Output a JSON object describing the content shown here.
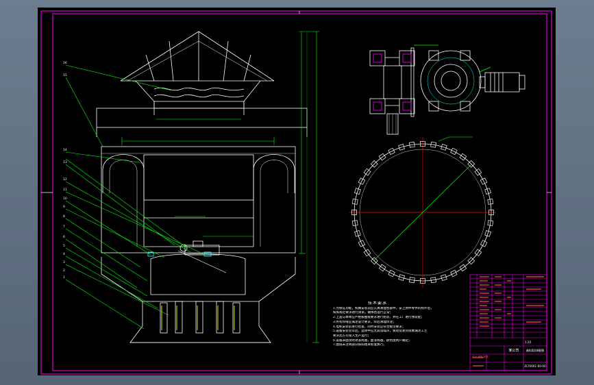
{
  "app": {
    "title": "CAD drawing viewer"
  },
  "notes": {
    "title": "技术要求",
    "lines": [
      "1.为保证功能，机械安装前应认真清理各部件，安上原件零件的损坏后，",
      "  按照规范要求进行调试，确保各运行正常；",
      "2.上盖与本体应严格按图纸要求进行组装，并在工厂进行预装配；",
      "3.所有焊缝应满足设计要求，焊后清理焊渣；",
      "4.电机安装前进行检查，同时安装应符合规范要求；",
      "5.设备安装完毕后，运转中应无异常噪声，振动及发热现象满足工艺",
      "  要求后方可投入生产运行；",
      "6.设备表面涂防锈漆两遍，面漆两遍，颜色由用户确定；",
      "7.图纸未注明部分按照相关标准执行。"
    ]
  },
  "title_block": {
    "company": "某公司",
    "drawing_title": "造粒塔总装配图",
    "drawing_no": "ZLT0001-00-00",
    "scale": "1:20",
    "sign": "设计 审核 批准"
  },
  "colors": {
    "background": "#000000",
    "frame": "#ff00ff",
    "line": "#ffffff",
    "leader": "#00ff00",
    "dimension": "#00ff00",
    "centerline": "#ff0000",
    "accent_cyan": "#00ffff",
    "accent_yellow": "#ffff00",
    "title_block_line": "#ff00ff"
  },
  "balloons": [
    "16",
    "15",
    "14",
    "13",
    "12",
    "11",
    "10",
    "9",
    "8",
    "7",
    "6",
    "5",
    "4",
    "3",
    "2",
    "1"
  ]
}
